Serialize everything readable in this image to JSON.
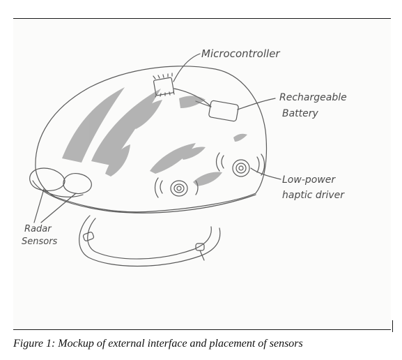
{
  "figure": {
    "caption": "Figure 1: Mockup of external interface and placement of sensors",
    "labels": {
      "microcontroller": "Microcontroller",
      "battery_line1": "Rechargeable",
      "battery_line2": "Battery",
      "haptic_line1": "Low-power",
      "haptic_line2": "haptic driver",
      "radar_line1": "Radar",
      "radar_line2": "Sensors"
    }
  }
}
